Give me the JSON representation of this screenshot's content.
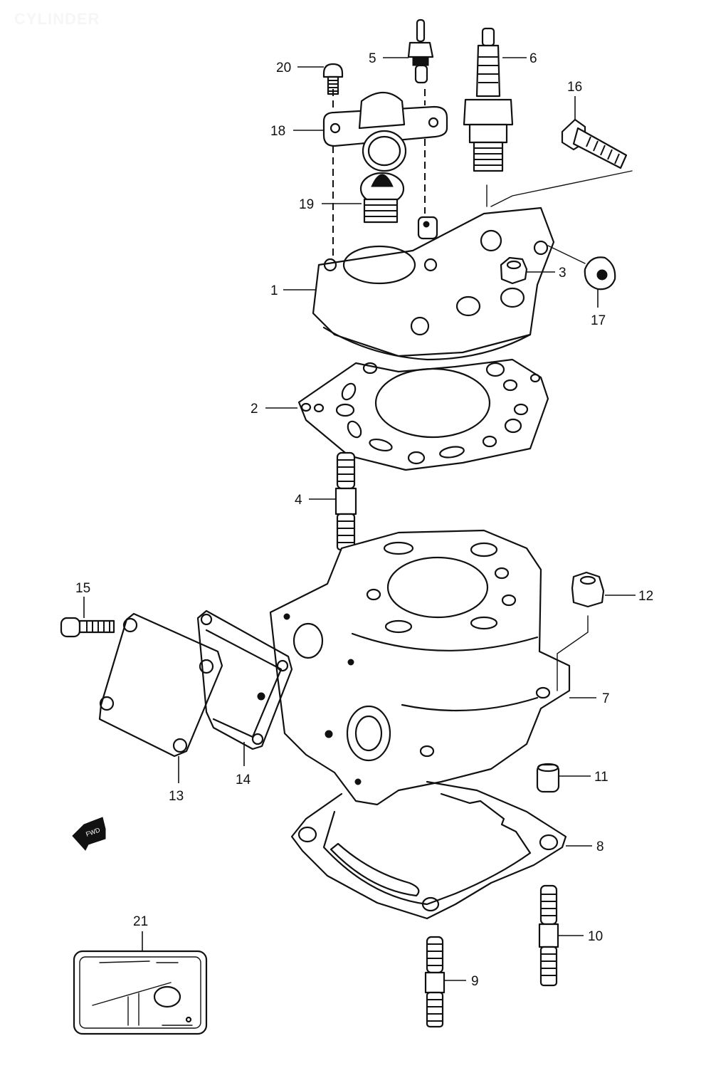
{
  "title": "CYLINDER",
  "title_color": "#f6f6f6",
  "line_color": "#111111",
  "background": "#ffffff",
  "callouts": [
    {
      "id": "1",
      "part": "cylinder-head"
    },
    {
      "id": "2",
      "part": "cylinder-head-gasket"
    },
    {
      "id": "3",
      "part": "head-nut"
    },
    {
      "id": "4",
      "part": "head-stud"
    },
    {
      "id": "5",
      "part": "temperature-sensor"
    },
    {
      "id": "6",
      "part": "spark-plug"
    },
    {
      "id": "7",
      "part": "cylinder"
    },
    {
      "id": "8",
      "part": "cylinder-base-gasket"
    },
    {
      "id": "9",
      "part": "cylinder-stud-short"
    },
    {
      "id": "10",
      "part": "cylinder-stud-long"
    },
    {
      "id": "11",
      "part": "dowel-pin"
    },
    {
      "id": "12",
      "part": "cylinder-nut"
    },
    {
      "id": "13",
      "part": "reed-cover"
    },
    {
      "id": "14",
      "part": "reed-cover-gasket"
    },
    {
      "id": "15",
      "part": "reed-cover-bolt"
    },
    {
      "id": "16",
      "part": "head-bolt"
    },
    {
      "id": "17",
      "part": "flange-nut"
    },
    {
      "id": "18",
      "part": "thermostat-cover"
    },
    {
      "id": "19",
      "part": "thermostat"
    },
    {
      "id": "20",
      "part": "thermostat-cover-screw"
    },
    {
      "id": "21",
      "part": "gasket-set"
    }
  ],
  "front_arrow": {
    "icon": "front-direction-arrow-icon",
    "text": "FWD"
  }
}
